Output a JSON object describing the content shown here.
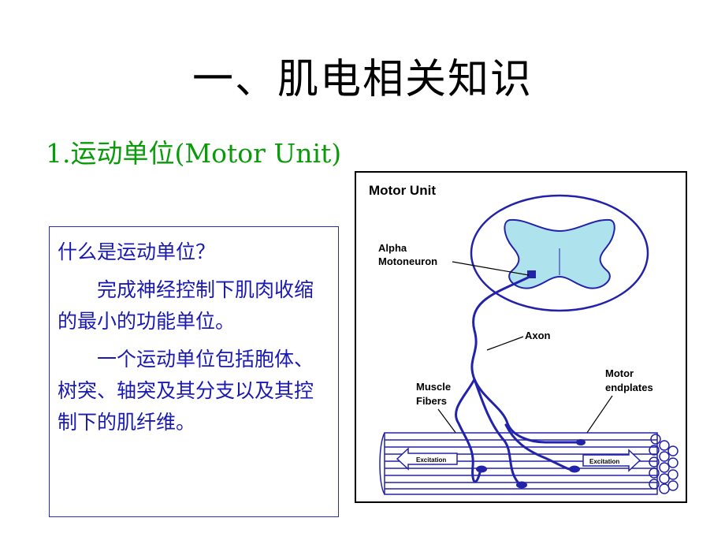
{
  "slide": {
    "title": "一、肌电相关知识",
    "subtitle": "1.运动单位(Motor Unit)"
  },
  "textbox": {
    "question": "什么是运动单位？",
    "para1": "完成神经控制下肌肉收缩的最小的功能单位。",
    "para2": "一个运动单位包括胞体、树突、轴突及其分支以及其控制下的肌纤维。"
  },
  "figure": {
    "title": "Motor Unit",
    "label_alpha_line1": "Alpha",
    "label_alpha_line2": "Motoneuron",
    "label_axon": "Axon",
    "label_motor_line1": "Motor",
    "label_motor_line2": "endplates",
    "label_muscle_line1": "Muscle",
    "label_muscle_line2": "Fibers",
    "label_excitation_left": "Excitation",
    "label_excitation_right": "Excitation"
  },
  "colors": {
    "title": "#000000",
    "subtitle": "#0a9a0a",
    "body_text": "#1a1ab0",
    "neuron_blue": "#2222aa",
    "spinal_fill": "#aee3ee"
  }
}
